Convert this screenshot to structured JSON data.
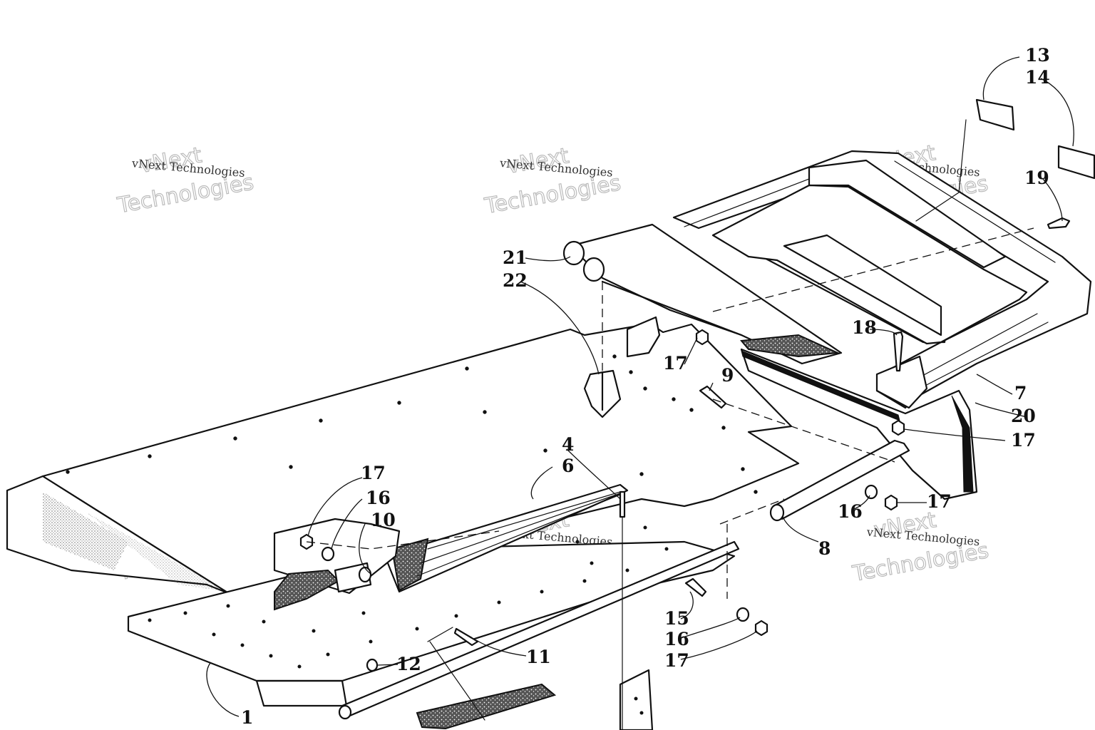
{
  "watermark": {
    "line1": "vNext",
    "line2": "Technologies",
    "caption": "vNext Technologies"
  },
  "callouts": [
    "1",
    "4",
    "6",
    "7",
    "8",
    "9",
    "10",
    "11",
    "12",
    "13",
    "14",
    "15",
    "16",
    "16",
    "16",
    "17",
    "17",
    "17",
    "17",
    "17",
    "18",
    "19",
    "20",
    "21",
    "22"
  ],
  "colors": {
    "ink": "#111111",
    "paper": "#ffffff",
    "watermark": "#bbbbbb"
  }
}
